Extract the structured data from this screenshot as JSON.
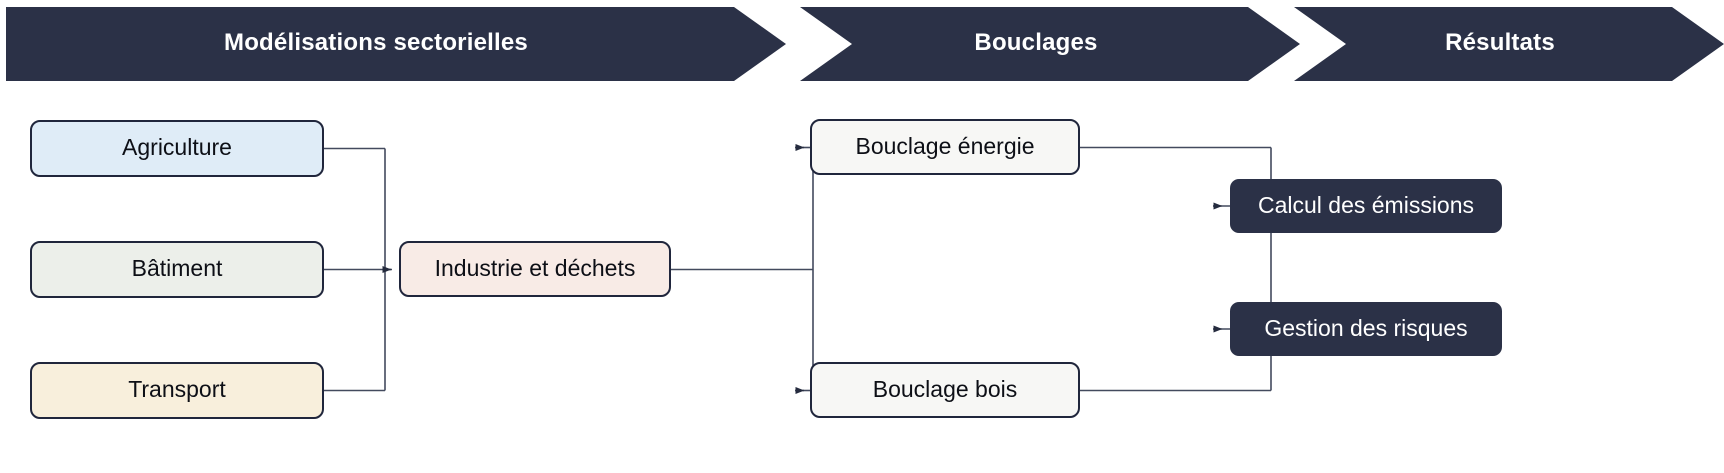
{
  "diagram": {
    "title": "Chaine de modelisation - etapes",
    "background_color": "#ffffff",
    "banners": [
      {
        "id": "modelisations",
        "label": "Modélisations sectorielles"
      },
      {
        "id": "bouclages",
        "label": "Bouclages"
      },
      {
        "id": "resultats",
        "label": "Résultats"
      }
    ],
    "banner_color": "#2b3147",
    "banner_text_color": "#ffffff",
    "nodes": {
      "agriculture": {
        "label": "Agriculture",
        "fill": "#dfecf7",
        "border": "#20263c",
        "text": "#0d0f16"
      },
      "batiment": {
        "label": "Bâtiment",
        "fill": "#ecefea",
        "border": "#20263c",
        "text": "#0d0f16"
      },
      "transport": {
        "label": "Transport",
        "fill": "#f8efdc",
        "border": "#20263c",
        "text": "#0d0f16"
      },
      "industrie": {
        "label": "Industrie et déchets",
        "fill": "#f8ebe6",
        "border": "#20263c",
        "text": "#0d0f16"
      },
      "bouclage_energie": {
        "label": "Bouclage énergie",
        "fill": "#f7f7f5",
        "border": "#20263c",
        "text": "#0d0f16"
      },
      "bouclage_bois": {
        "label": "Bouclage bois",
        "fill": "#f7f7f5",
        "border": "#20263c",
        "text": "#0d0f16"
      },
      "calcul_emissions": {
        "label": "Calcul des émissions",
        "fill": "#2b3147",
        "text": "#ffffff"
      },
      "gestion_risques": {
        "label": "Gestion des risques",
        "fill": "#2b3147",
        "text": "#ffffff"
      }
    },
    "connector_color": "#434a5e",
    "edges": [
      {
        "from": "agriculture",
        "to": "industrie",
        "arrow": true
      },
      {
        "from": "batiment",
        "to": "industrie",
        "arrow": true
      },
      {
        "from": "transport",
        "to": "industrie",
        "arrow": true
      },
      {
        "from": "industrie",
        "to": "bouclage_energie",
        "arrow": true
      },
      {
        "from": "industrie",
        "to": "bouclage_bois",
        "arrow": true
      },
      {
        "from": "bouclage_energie",
        "to": "calcul_emissions",
        "arrow": true
      },
      {
        "from": "bouclage_energie",
        "to": "gestion_risques",
        "arrow": true
      },
      {
        "from": "bouclage_bois",
        "to": "calcul_emissions",
        "arrow": true
      },
      {
        "from": "bouclage_bois",
        "to": "gestion_risques",
        "arrow": true
      }
    ]
  }
}
